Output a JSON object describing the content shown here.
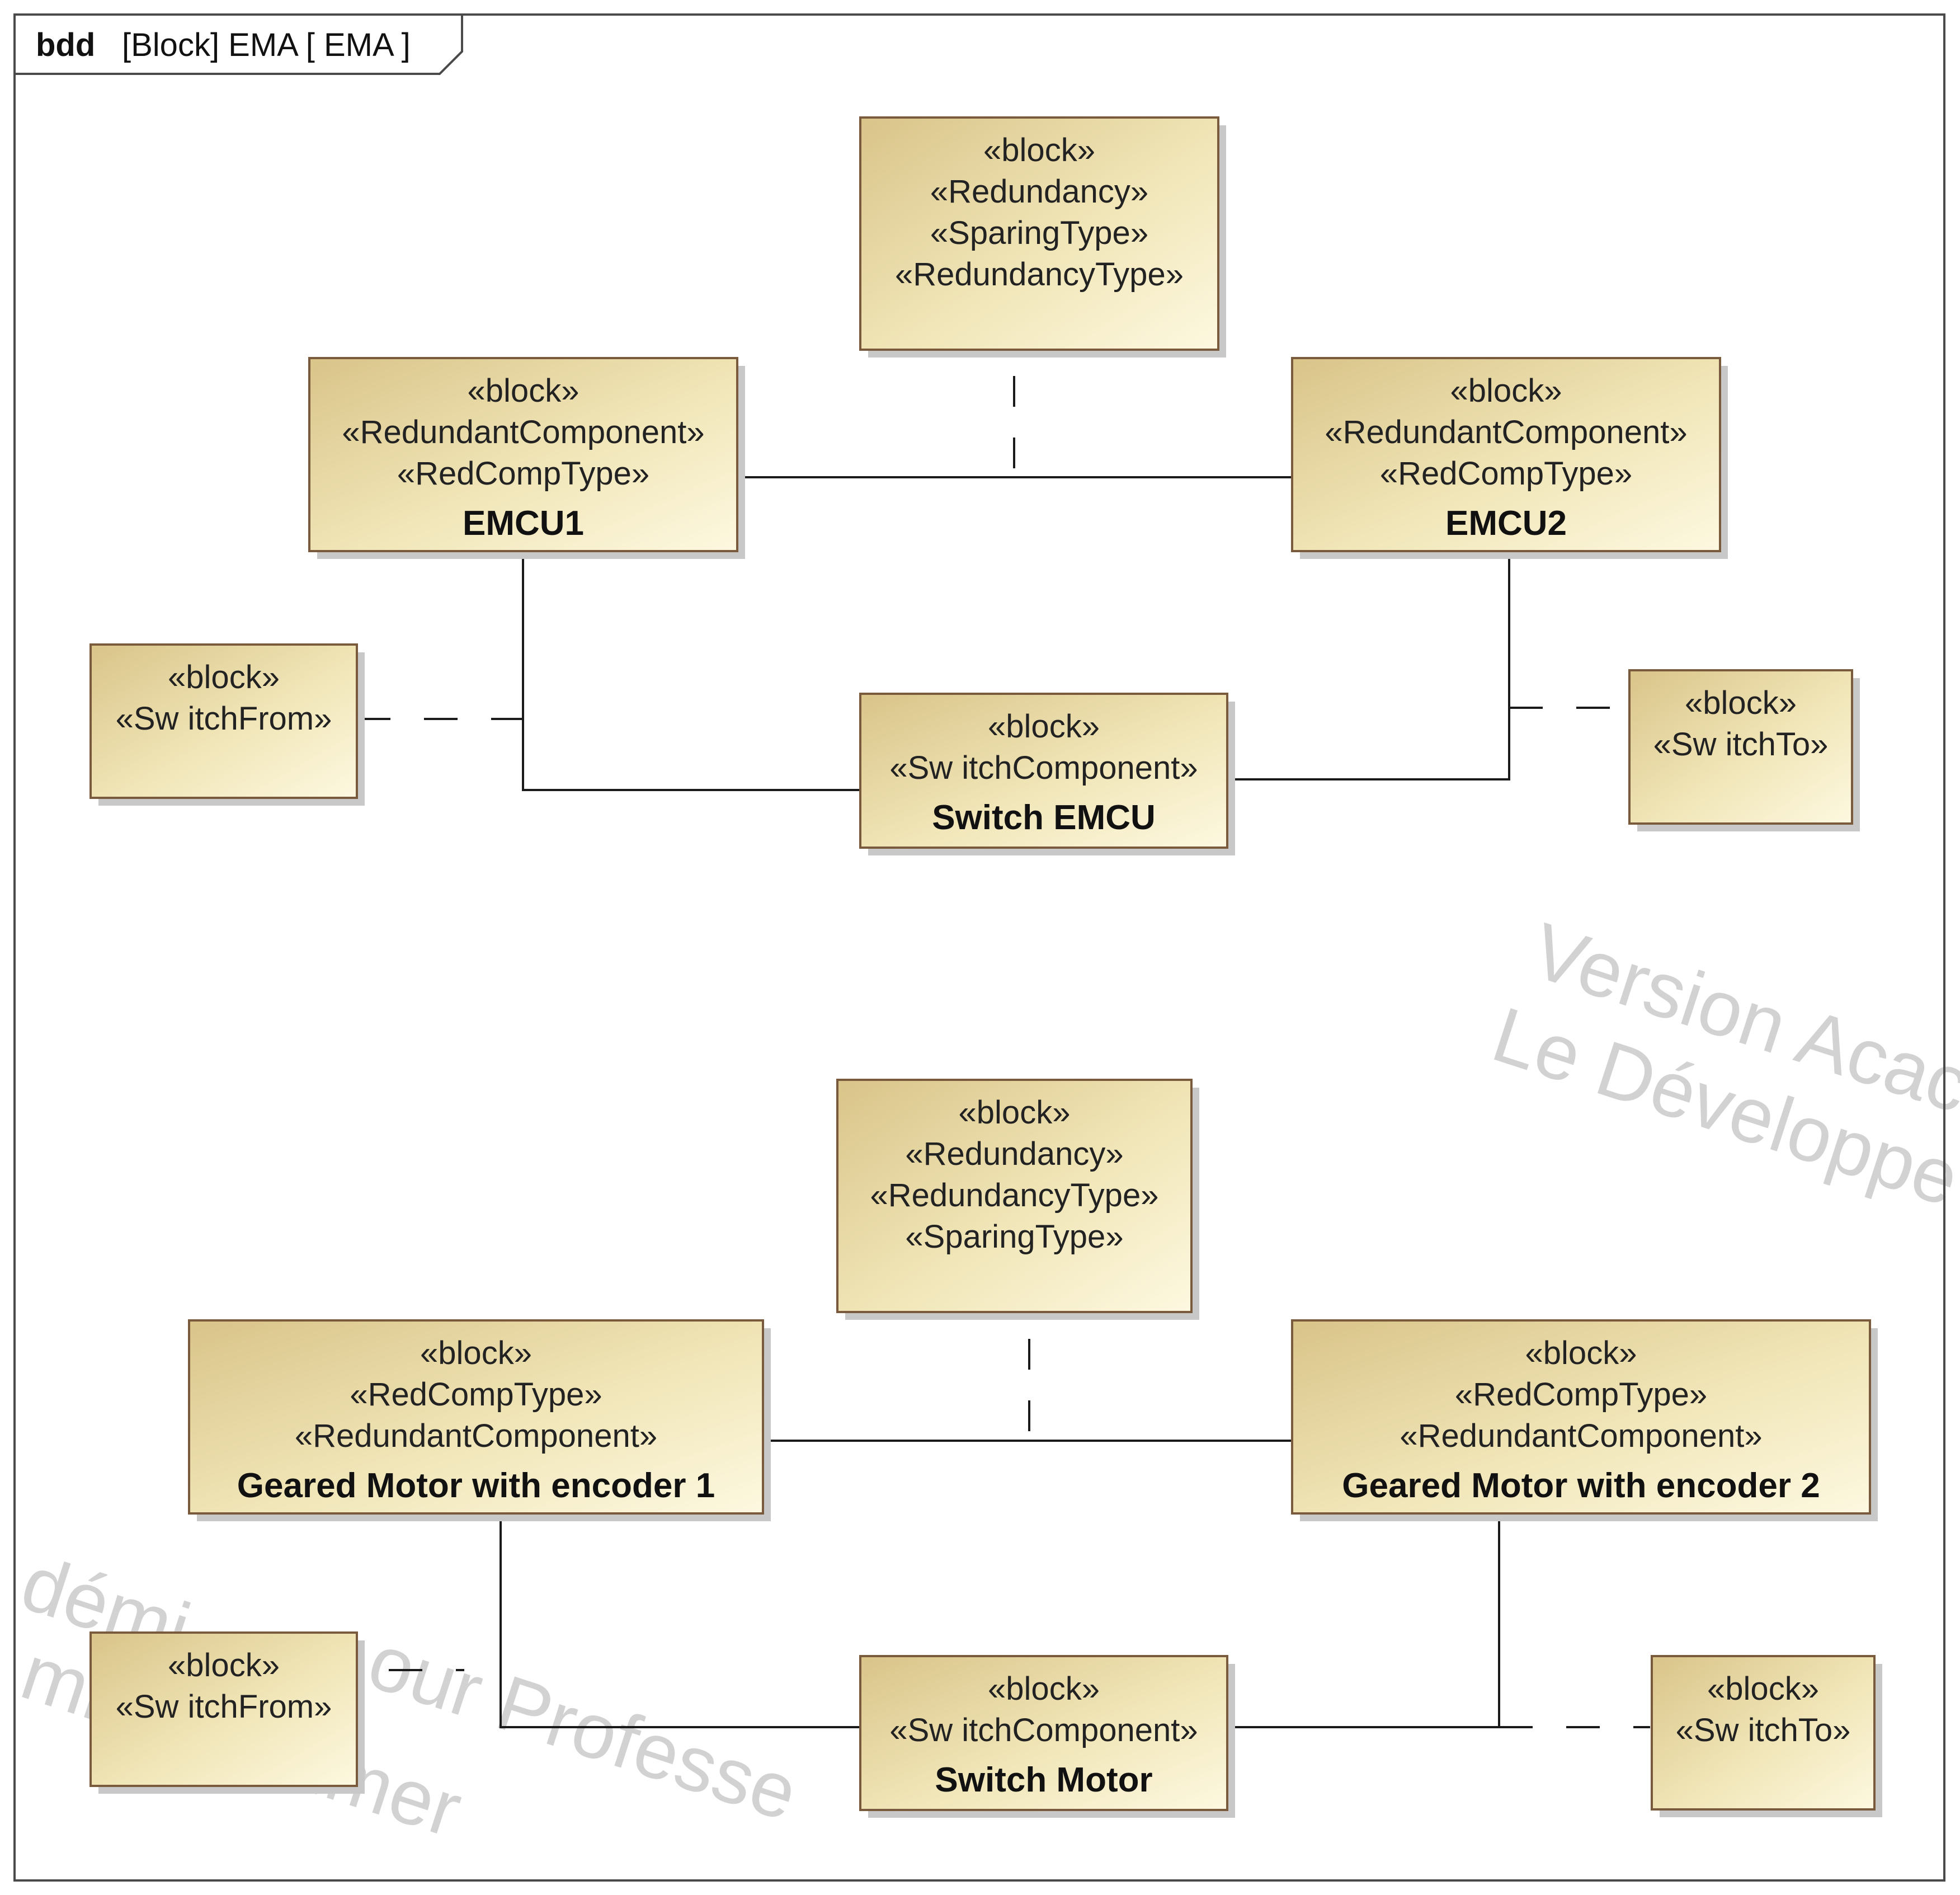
{
  "frame": {
    "kind": "bdd",
    "title": "[Block] EMA [ EMA ]"
  },
  "watermark": {
    "line1": "Version Acac",
    "line2": "Le Développe",
    "line3": "démi",
    "line4": "our Professe",
    "line5": "mme",
    "line6": "ommer"
  },
  "blocks": {
    "redundancy_top": {
      "stereo": [
        "«block»",
        "«Redundancy»",
        "«SparingType»",
        "«RedundancyType»"
      ],
      "name": ""
    },
    "emcu1": {
      "stereo": [
        "«block»",
        "«RedundantComponent»",
        "«RedCompType»"
      ],
      "name": "EMCU1"
    },
    "emcu2": {
      "stereo": [
        "«block»",
        "«RedundantComponent»",
        "«RedCompType»"
      ],
      "name": "EMCU2"
    },
    "switch_from_top": {
      "stereo": [
        "«block»",
        "«Sw itchFrom»"
      ],
      "name": ""
    },
    "switch_emcu": {
      "stereo": [
        "«block»",
        "«Sw itchComponent»"
      ],
      "name": "Switch EMCU"
    },
    "switch_to_top": {
      "stereo": [
        "«block»",
        "«Sw itchTo»"
      ],
      "name": ""
    },
    "redundancy_bottom": {
      "stereo": [
        "«block»",
        "«Redundancy»",
        "«RedundancyType»",
        "«SparingType»"
      ],
      "name": ""
    },
    "motor1": {
      "stereo": [
        "«block»",
        "«RedCompType»",
        "«RedundantComponent»"
      ],
      "name": "Geared Motor with encoder 1"
    },
    "motor2": {
      "stereo": [
        "«block»",
        "«RedCompType»",
        "«RedundantComponent»"
      ],
      "name": "Geared Motor with encoder 2"
    },
    "switch_from_bottom": {
      "stereo": [
        "«block»",
        "«Sw itchFrom»"
      ],
      "name": ""
    },
    "switch_motor": {
      "stereo": [
        "«block»",
        "«Sw itchComponent»"
      ],
      "name": "Switch Motor"
    },
    "switch_to_bottom": {
      "stereo": [
        "«block»",
        "«Sw itchTo»"
      ],
      "name": ""
    }
  },
  "colors": {
    "block_fill_dark": "#d9c489",
    "block_fill_light": "#fdf8e0",
    "block_border": "#7a5a3c",
    "block_shadow": "#c8c8c8",
    "line": "#1a1a1a",
    "watermark": "#d2d2d2"
  }
}
